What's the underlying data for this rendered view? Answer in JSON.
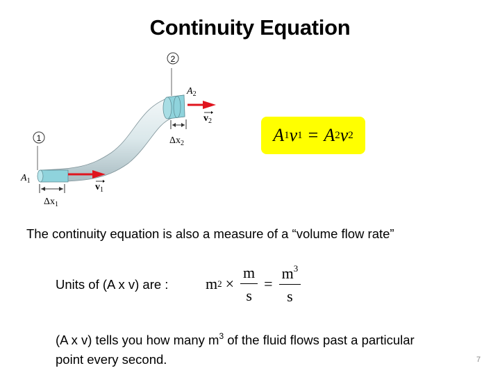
{
  "slide": {
    "title": "Continuity Equation",
    "page_number": "7"
  },
  "diagram": {
    "point1_label": "1",
    "point2_label": "2",
    "area1": "A",
    "area1_sub": "1",
    "area2": "A",
    "area2_sub": "2",
    "velocity1": "v",
    "velocity1_sub": "1",
    "velocity2": "v",
    "velocity2_sub": "2",
    "dx1": "Δx",
    "dx1_sub": "1",
    "dx2": "Δx",
    "dx2_sub": "2",
    "colors": {
      "pipe": "#c9dde3",
      "section": "#8fd3dc",
      "arrow": "#e0141e"
    }
  },
  "equation": {
    "A1": "A",
    "s1": "1",
    "v1": "v",
    "s2": "1",
    "eq": "=",
    "A2": "A",
    "s3": "2",
    "v2": "v",
    "s4": "2",
    "background": "#ffff00"
  },
  "body": {
    "line1": "The continuity equation is also a measure of a “volume flow rate”",
    "units_label": "Units of (A x v) are :",
    "units": {
      "m": "m",
      "exp2": "2",
      "times": "×",
      "num1": "m",
      "den1": "s",
      "equals": "=",
      "num2": "m",
      "exp3": "3",
      "den2": "s"
    },
    "line3_a": "(A x v) tells you how many m",
    "line3_exp": "3",
    "line3_b": " of the fluid flows past a particular point every second."
  }
}
